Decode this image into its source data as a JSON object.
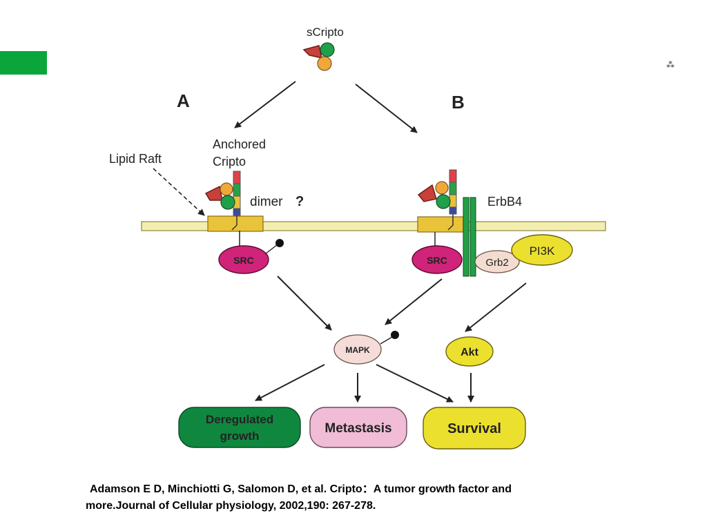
{
  "diagram": {
    "scripto": "sCripto",
    "panel_a": "A",
    "panel_b": "B",
    "lipid_raft": "Lipid Raft",
    "anchored_line1": "Anchored",
    "anchored_line2": "Cripto",
    "dimer": "dimer",
    "dimer_q": "?",
    "erbb4": "ErbB4",
    "src_a": "SRC",
    "src_b": "SRC",
    "grb2": "Grb2",
    "pi3k": "PI3K",
    "mapk": "MAPK",
    "akt": "Akt",
    "deregulated_line1": "Deregulated",
    "deregulated_line2": "growth",
    "metastasis": "Metastasis",
    "survival": "Survival"
  },
  "citation": {
    "line1": "Adamson E D, Minchiotti G, Salomon D, et al. Cripto：A tumor growth factor and",
    "line2": "more.Journal of Cellular physiology, 2002,190: 267-278."
  },
  "colors": {
    "accent_bar": "#0aa63c",
    "membrane": "#f3eeb0",
    "raft": "#e9c43a",
    "src": "#d0237a",
    "grb2": "#f3ddd0",
    "pi3k": "#ece02e",
    "mapk": "#f5dcd8",
    "akt": "#ece02e",
    "deregulated": "#10873f",
    "metastasis": "#f0bcd6",
    "metastasis_text": "#4a1f8c",
    "survival": "#ece02e",
    "erbb4": "#22a046"
  }
}
